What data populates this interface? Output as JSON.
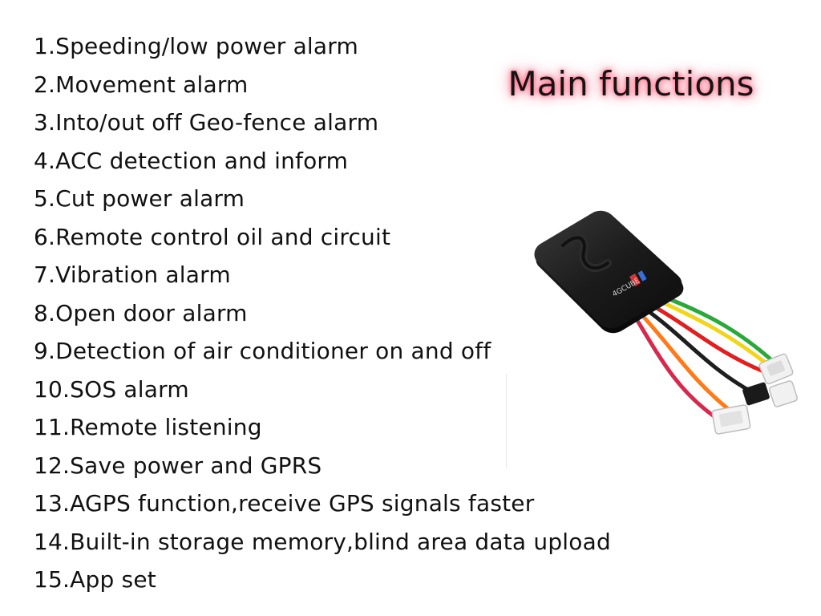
{
  "title": "Main functions",
  "features": [
    "1.Speeding/low power alarm",
    "2.Movement alarm",
    "3.Into/out off Geo-fence alarm",
    "4.ACC detection and inform",
    "5.Cut power alarm",
    "6.Remote control oil and circuit",
    "7.Vibration alarm",
    "8.Open door alarm",
    "9.Detection of air conditioner on and off",
    "10.SOS alarm",
    "11.Remote listening",
    "12.Save power and GPRS",
    "13.AGPS function,receive GPS signals faster",
    "14.Built-in storage memory,blind area data upload",
    "15.App set"
  ],
  "device": {
    "label": "4GCUBE",
    "wire_colors": [
      "#e02020",
      "#f2d41c",
      "#2aa83a",
      "#1e1e1e",
      "#ff7a1a",
      "#d42a4e"
    ],
    "body_color": "#1b1b1b"
  }
}
